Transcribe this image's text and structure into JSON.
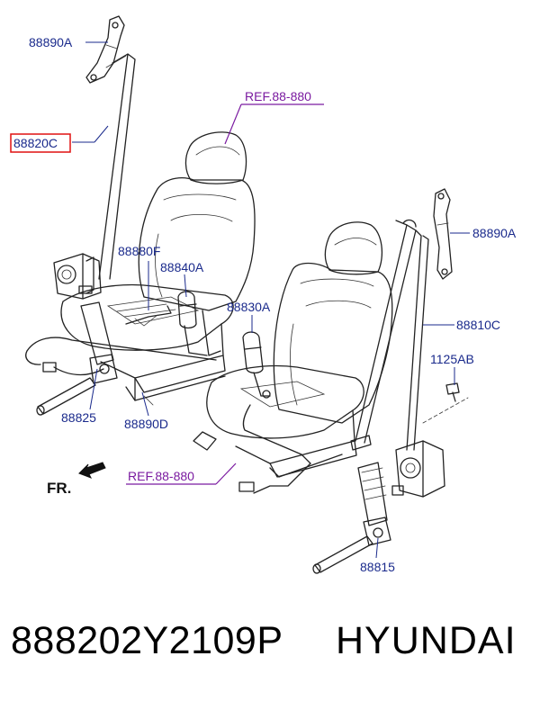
{
  "labels": {
    "l_88890A_top": "88890A",
    "l_88820C": "88820C",
    "l_ref_top": "REF.88-880",
    "l_88880F": "88880F",
    "l_88840A": "88840A",
    "l_88830A": "88830A",
    "l_88890A_right": "88890A",
    "l_88810C": "88810C",
    "l_1125AB": "1125AB",
    "l_88825": "88825",
    "l_88890D": "88890D",
    "l_ref_bottom": "REF.88-880",
    "l_fr": "FR.",
    "l_88815": "88815"
  },
  "footer": {
    "part_number": "888202Y2109P",
    "brand": "HYUNDAI"
  },
  "colors": {
    "label": "#1a2a8c",
    "reference": "#7a1aa0",
    "highlight_box": "#e01010",
    "linework": "#222222"
  }
}
